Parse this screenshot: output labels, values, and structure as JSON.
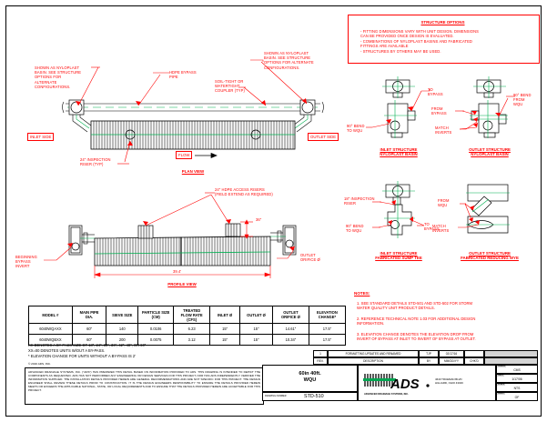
{
  "sheet": {
    "structure_options": {
      "title": "STRUCTURE OPTIONS",
      "bullets": [
        "- FITTING DIMENSIONS VARY  WITH UNIT DESIGN. DIMENSIONS\n  CAN BE PROVIDED ONCE DESIGN  IS EVALUATED.",
        "- COMBINATIONS OF NYLOPLAST BASINS AND FABRICATED\n  FITTINGS ARE AVAILABLE",
        "- STRUCTURES BY OTHERS MAY BE USED."
      ]
    },
    "plan_view": {
      "title": "PLAN VIEW",
      "labels": {
        "nyloplast_left": "SHOWN AS NYLOPLAST\nBASIN. SEE STRUCTURE\nOPTIONS FOR\nALTERNATE\nCONFIGURATIONS.",
        "nyloplast_right": "SHOWN AS NYLOPLAST\nBASIN. SEE STRUCTURE\nOPTIONS FOR ALTERNATE\nCONFIGURATIONS.",
        "hdpe_bypass_pipe": "HDPE BYPASS\nPIPE",
        "coupler": "SOIL-TIGHT OR\nWATERTIGHT\nCOUPLER (TYP)",
        "inlet_side": "INLET SIDE",
        "outlet_side": "OUTLET SIDE",
        "inspection_riser": "24\" INSPECTION\nRISER (TYP)",
        "flow": "FLOW"
      }
    },
    "profile_view": {
      "title": "PROFILE VIEW",
      "labels": {
        "access_risers": "24\" HDPE ACCESS RISERS\n(FIELD EXTEND AS REQUIRED)",
        "riser_dim": "36\"",
        "beginning_bypass_invert": "BEGINNING\nBYPASS\nINVERT",
        "outlet_orifice": "OUTLET\nORIFICE Ø",
        "length_dim": "39.4'"
      }
    },
    "structures": [
      {
        "caption": "INLET STRUCTURE\nNYLOPLAST BASIN",
        "callouts": [
          {
            "text": "TO\nBYPASS"
          },
          {
            "text": "90° BEND\nTO WQU"
          }
        ]
      },
      {
        "caption": "OUTLET STRUCTURE\nNYLOPLAST BASIN",
        "callouts": [
          {
            "text": "FROM\nBYPASS"
          },
          {
            "text": "90° BEND\nFROM\nWQU"
          },
          {
            "text": "MATCH\nINVERTS"
          }
        ]
      },
      {
        "caption": "INLET STRUCTURE\nFABRICATED SUMP TEE",
        "callouts": [
          {
            "text": "18\" INSPECTION\nRISER"
          },
          {
            "text": "90° BEND\nTO WQU"
          },
          {
            "text": "TO\nBYPASS"
          }
        ]
      },
      {
        "caption": "OUTLET STRUCTURE\nFABRICATED REDUCING WYE",
        "callouts": [
          {
            "text": "FROM\nWQU"
          },
          {
            "text": "MATCH\nINVERTS"
          }
        ]
      }
    ],
    "spec_table": {
      "headers": [
        "MODEL #",
        "MAIN PIPE\nDIA.",
        "SIEVE SIZE",
        "PARTICLE SIZE\n(CM)",
        "TREATED\nFLOW RATE\n(CFS)",
        "INLET Ø",
        "OUTLET Ø",
        "OUTLET\nORIFICE Ø",
        "ELEVATION\nCHANGE*"
      ],
      "rows": [
        [
          "6040WQAXX",
          "60\"",
          "140",
          "0.0106",
          "6.23",
          "15\"",
          "15\"",
          "14.61\"",
          "17.5\""
        ],
        [
          "6040WQBXX",
          "60\"",
          "200",
          "0.0075",
          "3.12",
          "15\"",
          "15\"",
          "10.34\"",
          "17.5\""
        ]
      ]
    },
    "denotes": [
      "XX DENOTES A BY-PASS SIZE OF 18\", 24\", 30\", 36\", 42\", 48\", OR 60\"",
      "XX=00 DENOTES UNITS W/OUT A BY-PASS.",
      "* ELEVATION CHANGE FOR UNITS WITHOUT A BY-PASS IS 2'"
    ],
    "copyright": "© 2016 ADS, INC.",
    "notes": {
      "title": "NOTES:",
      "items": [
        "1. SEE STANDARD DETAILS STD-501 AND STD-502 FOR STORM\n    WATER QUALITY UNIT PRODUCT DETAILS.",
        "2. REFERENCE TECHNICAL NOTE 1.03 FOR ADDITIONAL DESIGN\n    INFORMATION.",
        "3. ELEVATION CHANGE DENOTES THE ELEVATION DROP FROM\n    INVERT OF BYPASS AT INLET TO INVERT OF BYPASS AT OUTLET."
      ]
    },
    "disclaimer": "ADVANCED DRAINAGE SYSTEMS, INC. (\"ADS\") HAS PREPARED THIS DETAIL BASED ON INFORMATION PROVIDED TO ADS.  THIS DRAWING IS INTENDED TO DEPICT THE COMPONENTS AS REQUESTED.  ADS HAS NOT PERFORMED ANY ENGINEERING OR DESIGN SERVICES FOR THIS PROJECT, NOR HAS ADS INDEPENDENTLY VERIFIED THE INFORMATION SUPPLIED.  THE INSTALLATION DETAILS PROVIDED HEREIN ARE GENERAL RECOMMENDATIONS AND ARE NOT SPECIFIC FOR THIS PROJECT.  THE DESIGN ENGINEER SHALL REVIEW THESE DETAILS PRIOR TO CONSTRUCTION.  IT IS THE DESIGN ENGINEERS RESPONSIBILITY TO ENSURE THE DETAILS PROVIDED HEREIN MEETS OR EXCEEDS THE APPLICABLE NATIONAL, STATE, OR LOCAL REQUIREMENTS AND TO ENSURE THAT THE DETAILS PROVIDED HEREIN ARE ACCEPTABLE FOR THIS PROJECT.",
    "revision_block": {
      "rows": [
        {
          "rev": "1",
          "description": "FORMATTING UPDATES AND RENAMED",
          "by": "TJP",
          "date": "02/17/16",
          "chkd": ""
        },
        {
          "rev": "REV.",
          "description": "DESCRIPTION",
          "by": "BY",
          "date": "MM/DD/YY",
          "chkd": "CHK'D"
        }
      ]
    },
    "title_block": {
      "drawing_title": "60in 40ft.\nWQU",
      "drawing_number_label": "DRAWING NUMBER",
      "drawing_number": "STD-510",
      "logo_text": "ADS",
      "company": "ADVANCED DRAINAGE SYSTEMS, INC.",
      "address": "4640 TRUEMAN BLVD\nHILLIARD, OHIO 43026",
      "fields": [
        {
          "label": "DRAWN",
          "value": "CMS"
        },
        {
          "label": "DATE",
          "value": "1/17/06"
        },
        {
          "label": "SCALE",
          "value": "NTS"
        },
        {
          "label": "SHEET",
          "value": "OF"
        }
      ]
    }
  }
}
